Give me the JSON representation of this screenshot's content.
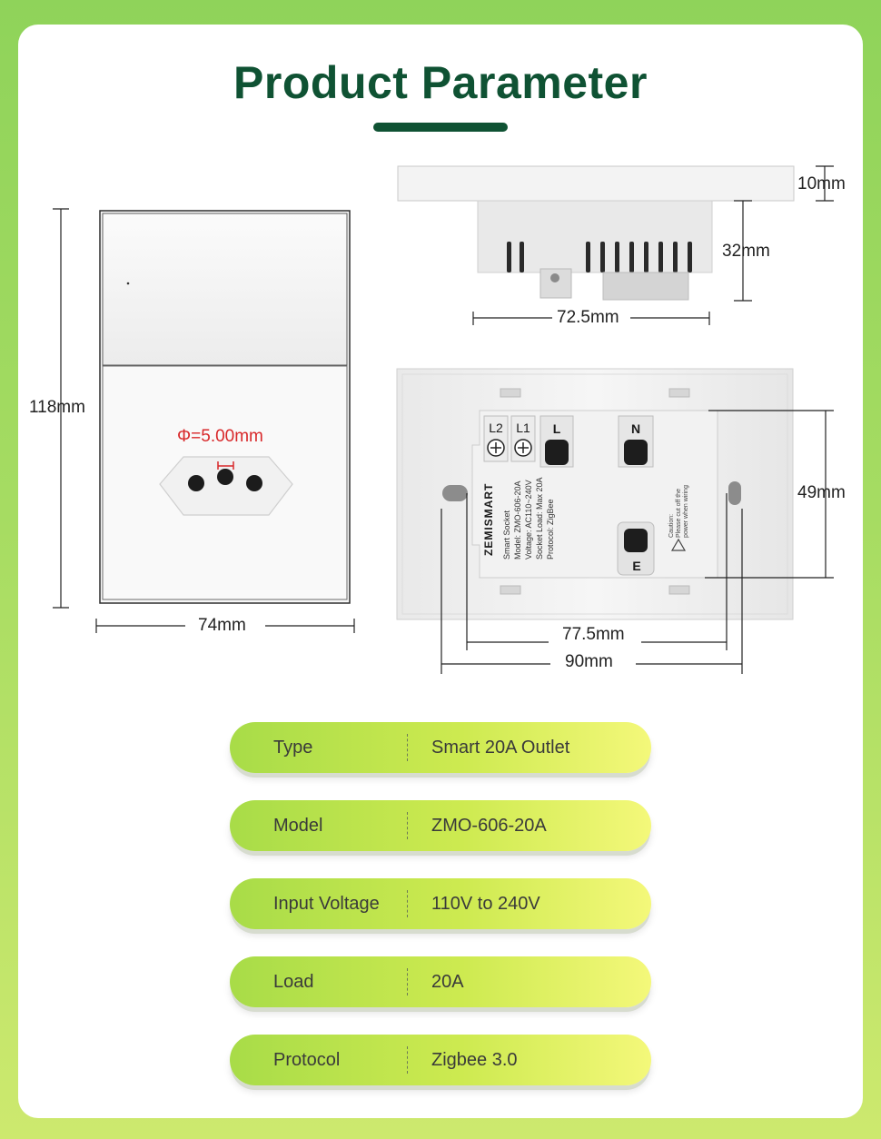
{
  "title": "Product Parameter",
  "dimensions": {
    "front_height": "118mm",
    "front_width": "74mm",
    "hole_diameter": "Φ=5.00mm",
    "plate_thickness": "10mm",
    "body_depth": "32mm",
    "body_width": "72.5mm",
    "terminal_height": "49mm",
    "mounting_spacing": "77.5mm",
    "back_width": "90mm"
  },
  "back_labels": {
    "terminal_l2": "L2",
    "terminal_l1": "L1",
    "terminal_l": "L",
    "terminal_n": "N",
    "terminal_e": "E",
    "brand": "ZEMISMART",
    "spec_lines": [
      "Smart Socket",
      "Model: ZMO-606-20A",
      "Voltage: AC110~240V",
      "Socket Load: Max 20A",
      "Protocol: ZigBee"
    ],
    "caution": "Caution:",
    "caution_lines": [
      "Please cut off the",
      "power when wiring"
    ]
  },
  "specs": [
    {
      "label": "Type",
      "value": "Smart 20A Outlet"
    },
    {
      "label": "Model",
      "value": "ZMO-606-20A"
    },
    {
      "label": "Input Voltage",
      "value": "110V to 240V"
    },
    {
      "label": "Load",
      "value": "20A"
    },
    {
      "label": "Protocol",
      "value": "Zigbee 3.0"
    }
  ],
  "colors": {
    "title": "#0f5233",
    "hole_dimension": "#d8282a",
    "row_gradient_start": "#a8dc48",
    "row_gradient_end": "#f4f87a"
  }
}
